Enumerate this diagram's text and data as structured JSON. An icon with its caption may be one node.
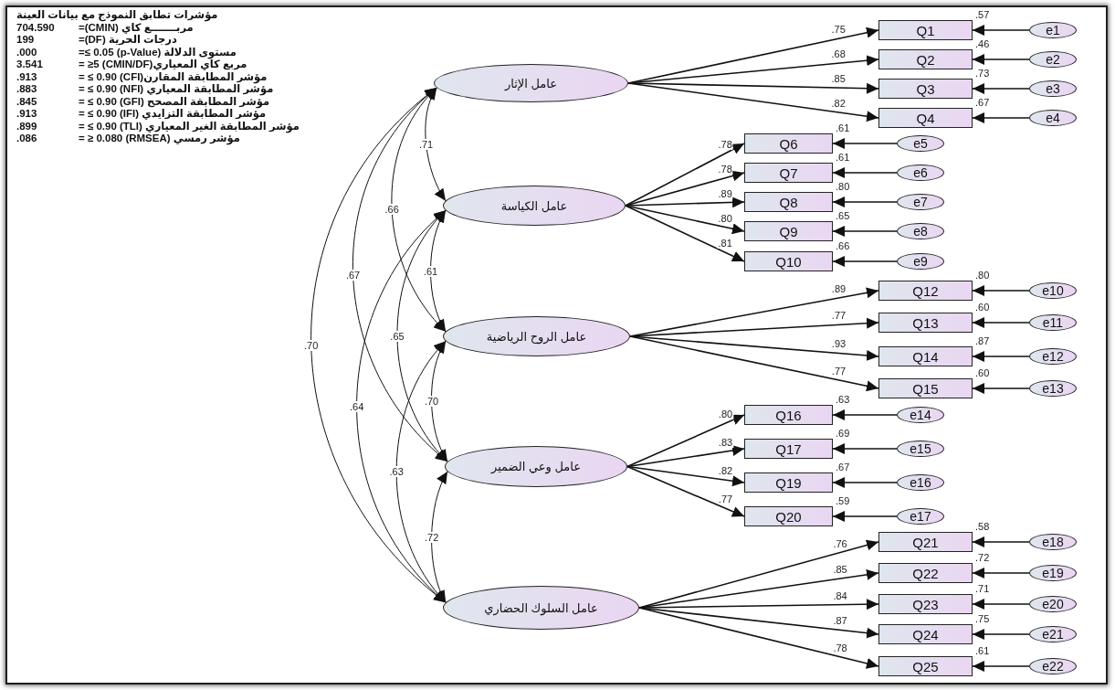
{
  "diagram": {
    "nodes": [
      {
        "text": [
          "عامل الإثار"
        ]
      },
      {
        "text": [
          "عامل الكياسة"
        ]
      },
      {
        "text": [
          "عامل الروح الرياضية"
        ]
      },
      {
        "text": [
          "عامل وعي الضمير"
        ]
      },
      {
        "text": [
          "عامل السلوك الحضاري"
        ]
      },
      {
        "text": [
          "Q1"
        ],
        "beside": [
          ".57"
        ]
      },
      {
        "text": [
          "Q2"
        ],
        "beside": [
          ".46"
        ]
      },
      {
        "text": [
          "Q3"
        ],
        "beside": [
          ".73"
        ]
      },
      {
        "text": [
          "Q4"
        ],
        "beside": [
          ".67"
        ]
      },
      {
        "text": [
          "Q6"
        ],
        "beside": [
          ".61"
        ]
      },
      {
        "text": [
          "Q7"
        ],
        "beside": [
          ".61"
        ]
      },
      {
        "text": [
          "Q8"
        ],
        "beside": [
          ".80"
        ]
      },
      {
        "text": [
          "Q9"
        ],
        "beside": [
          ".65"
        ]
      },
      {
        "text": [
          "Q10"
        ],
        "beside": [
          ".66"
        ]
      },
      {
        "text": [
          "Q12"
        ],
        "beside": [
          ".80"
        ]
      },
      {
        "text": [
          "Q13"
        ],
        "beside": [
          ".60"
        ]
      },
      {
        "text": [
          "Q14"
        ],
        "beside": [
          ".87"
        ]
      },
      {
        "text": [
          "Q15"
        ],
        "beside": [
          ".60"
        ]
      },
      {
        "text": [
          "Q16"
        ],
        "beside": [
          ".63"
        ]
      },
      {
        "text": [
          "Q17"
        ],
        "beside": [
          ".69"
        ]
      },
      {
        "text": [
          "Q19"
        ],
        "beside": [
          ".67"
        ]
      },
      {
        "text": [
          "Q20"
        ],
        "beside": [
          ".59"
        ]
      },
      {
        "text": [
          "Q21"
        ],
        "beside": [
          ".58"
        ]
      },
      {
        "text": [
          "Q22"
        ],
        "beside": [
          ".72"
        ]
      },
      {
        "text": [
          "Q23"
        ],
        "beside": [
          ".71"
        ]
      },
      {
        "text": [
          "Q24"
        ],
        "beside": [
          ".75"
        ]
      },
      {
        "text": [
          "Q25"
        ],
        "beside": [
          ".61"
        ]
      },
      {
        "text": [
          "e1"
        ]
      },
      {
        "text": [
          "e2"
        ]
      },
      {
        "text": [
          "e3"
        ]
      },
      {
        "text": [
          "e4"
        ]
      },
      {
        "text": [
          "e5"
        ]
      },
      {
        "text": [
          "e6"
        ]
      },
      {
        "text": [
          "e7"
        ]
      },
      {
        "text": [
          "e8"
        ]
      },
      {
        "text": [
          "e9"
        ]
      },
      {
        "text": [
          "e10"
        ]
      },
      {
        "text": [
          "e11"
        ]
      },
      {
        "text": [
          "e12"
        ]
      },
      {
        "text": [
          "e13"
        ]
      },
      {
        "text": [
          "e14"
        ]
      },
      {
        "text": [
          "e15"
        ]
      },
      {
        "text": [
          "e16"
        ]
      },
      {
        "text": [
          "e17"
        ]
      },
      {
        "text": [
          "e18"
        ]
      },
      {
        "text": [
          "e19"
        ]
      },
      {
        "text": [
          "e20"
        ]
      },
      {
        "text": [
          "e21"
        ]
      },
      {
        "text": [
          "e22"
        ]
      }
    ],
    "edges": [
      {
        "from": 0,
        "to": 1,
        "arrow": "both",
        "label": ".71"
      },
      {
        "from": 0,
        "to": 2,
        "arrow": "both",
        "label": ".66"
      },
      {
        "from": 0,
        "to": 3,
        "arrow": "both",
        "label": ".67"
      },
      {
        "from": 0,
        "to": 4,
        "arrow": "both",
        "label": ".70"
      },
      {
        "from": 1,
        "to": 2,
        "arrow": "both",
        "label": ".61"
      },
      {
        "from": 1,
        "to": 3,
        "arrow": "both",
        "label": ".65"
      },
      {
        "from": 1,
        "to": 4,
        "arrow": "both",
        "label": ".64"
      },
      {
        "from": 2,
        "to": 3,
        "arrow": "both",
        "label": ".70"
      },
      {
        "from": 2,
        "to": 4,
        "arrow": "both",
        "label": ".63"
      },
      {
        "from": 3,
        "to": 4,
        "arrow": "both",
        "label": ".72"
      },
      {
        "from": 0,
        "to": 5,
        "arrow": "to",
        "label": ".75"
      },
      {
        "from": 0,
        "to": 6,
        "arrow": "to",
        "label": ".68"
      },
      {
        "from": 0,
        "to": 7,
        "arrow": "to",
        "label": ".85"
      },
      {
        "from": 0,
        "to": 8,
        "arrow": "to",
        "label": ".82"
      },
      {
        "from": 1,
        "to": 9,
        "arrow": "to",
        "label": ".78"
      },
      {
        "from": 1,
        "to": 10,
        "arrow": "to",
        "label": ".78"
      },
      {
        "from": 1,
        "to": 11,
        "arrow": "to",
        "label": ".89"
      },
      {
        "from": 1,
        "to": 12,
        "arrow": "to",
        "label": ".80"
      },
      {
        "from": 1,
        "to": 13,
        "arrow": "to",
        "label": ".81"
      },
      {
        "from": 2,
        "to": 14,
        "arrow": "to",
        "label": ".89"
      },
      {
        "from": 2,
        "to": 15,
        "arrow": "to",
        "label": ".77"
      },
      {
        "from": 2,
        "to": 16,
        "arrow": "to",
        "label": ".93"
      },
      {
        "from": 2,
        "to": 17,
        "arrow": "to",
        "label": ".77"
      },
      {
        "from": 3,
        "to": 18,
        "arrow": "to",
        "label": ".80"
      },
      {
        "from": 3,
        "to": 19,
        "arrow": "to",
        "label": ".83"
      },
      {
        "from": 3,
        "to": 20,
        "arrow": "to",
        "label": ".82"
      },
      {
        "from": 3,
        "to": 21,
        "arrow": "to",
        "label": ".77"
      },
      {
        "from": 4,
        "to": 22,
        "arrow": "to",
        "label": ".76"
      },
      {
        "from": 4,
        "to": 23,
        "arrow": "to",
        "label": ".85"
      },
      {
        "from": 4,
        "to": 24,
        "arrow": "to",
        "label": ".84"
      },
      {
        "from": 4,
        "to": 25,
        "arrow": "to",
        "label": ".87"
      },
      {
        "from": 4,
        "to": 26,
        "arrow": "to",
        "label": ".78"
      },
      {
        "from": 27,
        "to": 5,
        "arrow": "to"
      },
      {
        "from": 28,
        "to": 6,
        "arrow": "to"
      },
      {
        "from": 29,
        "to": 7,
        "arrow": "to"
      },
      {
        "from": 30,
        "to": 8,
        "arrow": "to"
      },
      {
        "from": 31,
        "to": 9,
        "arrow": "to"
      },
      {
        "from": 32,
        "to": 10,
        "arrow": "to"
      },
      {
        "from": 33,
        "to": 11,
        "arrow": "to"
      },
      {
        "from": 34,
        "to": 12,
        "arrow": "to"
      },
      {
        "from": 35,
        "to": 13,
        "arrow": "to"
      },
      {
        "from": 36,
        "to": 14,
        "arrow": "to"
      },
      {
        "from": 37,
        "to": 15,
        "arrow": "to"
      },
      {
        "from": 38,
        "to": 16,
        "arrow": "to"
      },
      {
        "from": 39,
        "to": 17,
        "arrow": "to"
      },
      {
        "from": 40,
        "to": 18,
        "arrow": "to"
      },
      {
        "from": 41,
        "to": 19,
        "arrow": "to"
      },
      {
        "from": 42,
        "to": 20,
        "arrow": "to"
      },
      {
        "from": 43,
        "to": 21,
        "arrow": "to"
      },
      {
        "from": 44,
        "to": 22,
        "arrow": "to"
      },
      {
        "from": 45,
        "to": 23,
        "arrow": "to"
      },
      {
        "from": 46,
        "to": 24,
        "arrow": "to"
      },
      {
        "from": 47,
        "to": 25,
        "arrow": "to"
      },
      {
        "from": 48,
        "to": 26,
        "arrow": "to"
      }
    ],
    "labels": [
      "مؤشرات تطابق النموذج مع بيانات العينة",
      "704.590",
      "=(CMIN) مربـــــــع كاي",
      "199",
      "=(DF) درجات الحرية",
      ".000",
      "=≤ 0.05 (p-Value) مستوى الدلالة",
      "3.541",
      "= ≥5 (CMIN/DF)مربع كاي المعياري",
      ".913",
      "= ≤ 0.90 (CFI)مؤشر المطابقة المقارن",
      ".883",
      "= ≤ 0.90 (NFI) مؤشر المطابقة المعياري",
      ".845",
      "= ≤ 0.90 (GFI) مؤشر المطابقة المصحح",
      ".913",
      "= ≤ 0.90 (IFI) مؤشر المطابقة التزايدي",
      ".899",
      "= ≤ 0.90 (TLI) مؤشر المطابقة الغير المعياري",
      ".086",
      "= ≥ 0.080 (RMSEA) مؤشر رمسي"
    ]
  }
}
